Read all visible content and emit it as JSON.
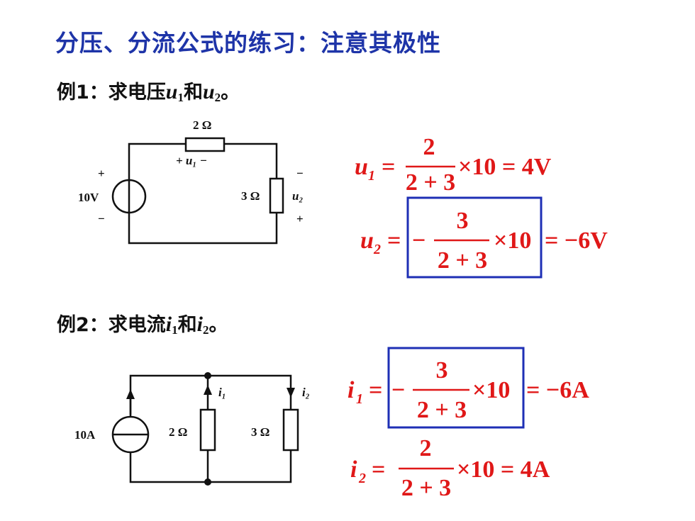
{
  "title": "分压、分流公式的练习：注意其极性",
  "example1": {
    "label": "例1：求电压",
    "var1": "u",
    "var1_sub": "1",
    "join": "和",
    "var2": "u",
    "var2_sub": "2",
    "end": "。",
    "circuit": {
      "r_top": "2 Ω",
      "u1_label": "+ u₁ −",
      "source": "10V",
      "src_plus": "+",
      "src_minus": "−",
      "r_right": "3 Ω",
      "u2_minus": "−",
      "u2_label": "u₂",
      "u2_plus": "+"
    },
    "eq1": {
      "lhs": "u",
      "sub": "1",
      "num": "2",
      "den": "2 + 3",
      "rest": "×10 = 4V"
    },
    "eq2": {
      "lhs": "u",
      "sub": "2",
      "sign": "−",
      "num": "3",
      "den": "2 + 3",
      "rest": "×10",
      "result": "= −6V"
    }
  },
  "example2": {
    "label": "例2：求电流",
    "var1": "i",
    "var1_sub": "1",
    "join": "和",
    "var2": "i",
    "var2_sub": "2",
    "end": "。",
    "circuit": {
      "source": "10A",
      "r_left": "2 Ω",
      "r_right": "3 Ω",
      "i1_label": "i₁",
      "i2_label": "i₂"
    },
    "eq1": {
      "lhs": "i",
      "sub": "1",
      "sign": "−",
      "num": "3",
      "den": "2 + 3",
      "rest": "×10",
      "result": "= −6A"
    },
    "eq2": {
      "lhs": "i",
      "sub": "2",
      "num": "2",
      "den": "2 + 3",
      "rest": "×10 = 4A"
    }
  },
  "colors": {
    "title": "#1e34a8",
    "equation": "#e01818",
    "box": "#1e2fb5",
    "wire": "#111111"
  }
}
